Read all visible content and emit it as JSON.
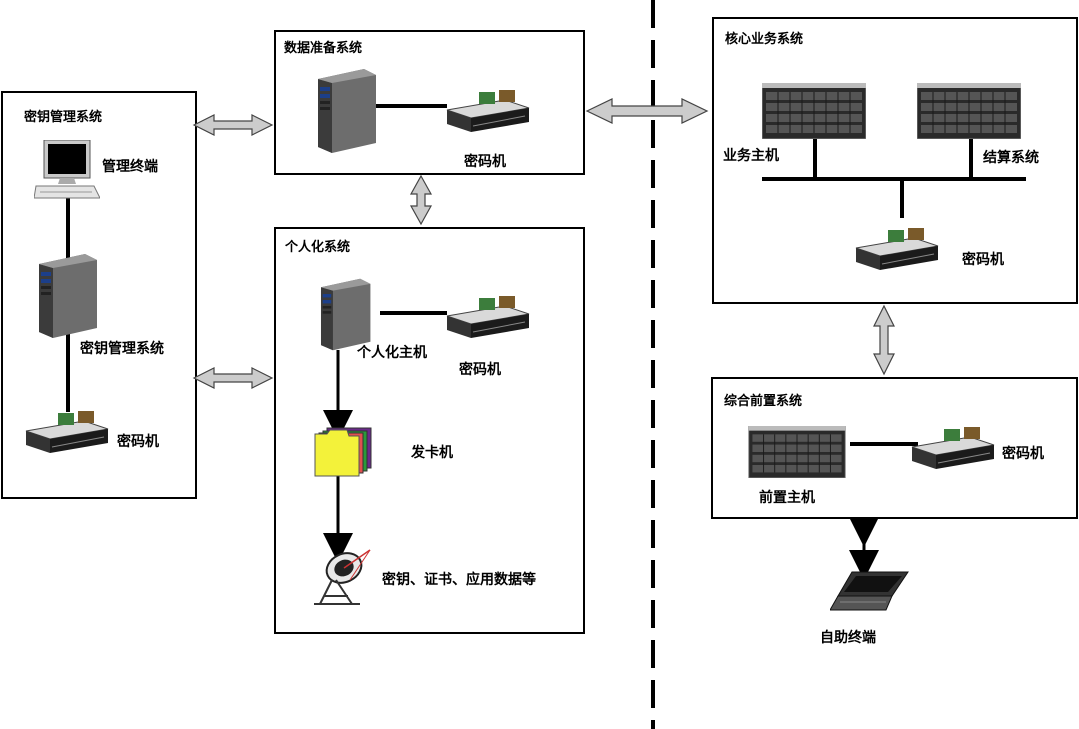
{
  "key_mgmt": {
    "title": "密钥管理系统",
    "terminal_label": "管理终端",
    "server_label": "密钥管理系统",
    "crypto_label": "密码机"
  },
  "data_prep": {
    "title": "数据准备系统",
    "crypto_label": "密码机"
  },
  "personalization": {
    "title": "个人化系统",
    "host_label": "个人化主机",
    "crypto_label": "密码机",
    "card_issuer_label": "发卡机",
    "output_label": "密钥、证书、应用数据等"
  },
  "core": {
    "title": "核心业务系统",
    "business_host_label": "业务主机",
    "settlement_label": "结算系统",
    "crypto_label": "密码机"
  },
  "front": {
    "title": "综合前置系统",
    "host_label": "前置主机",
    "crypto_label": "密码机"
  },
  "self_service": {
    "label": "自助终端"
  }
}
